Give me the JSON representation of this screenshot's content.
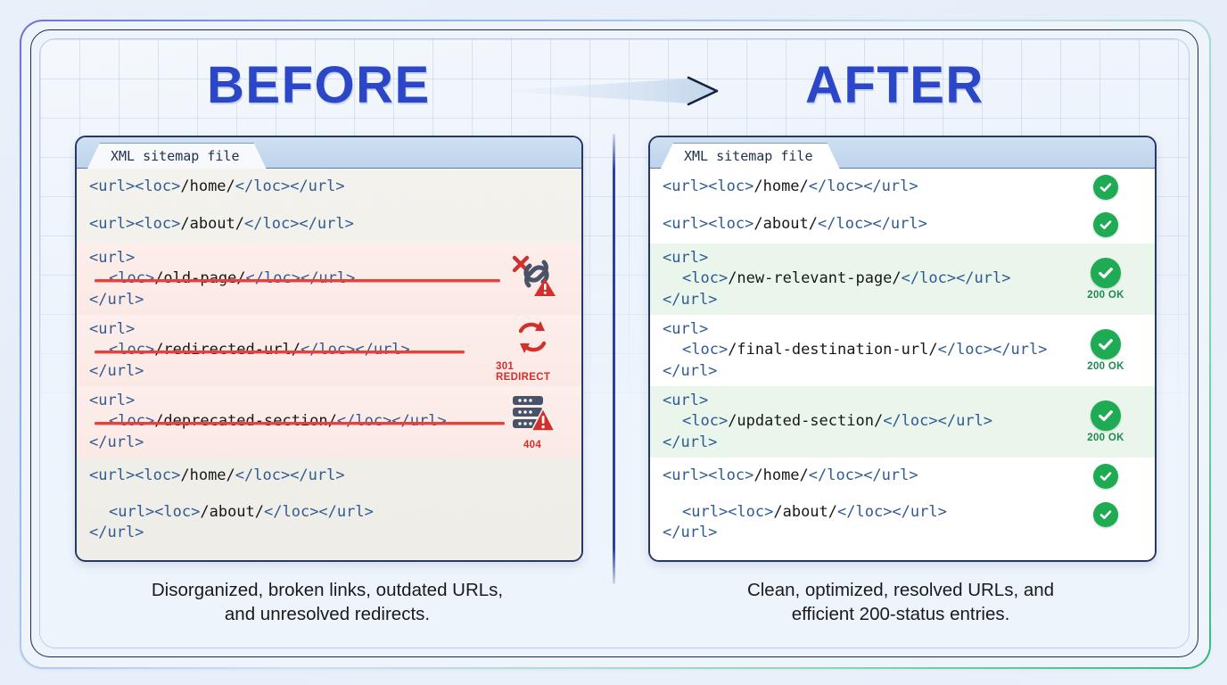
{
  "headings": {
    "before": "BEFORE",
    "after": "AFTER",
    "arrow_icon": "arrow-right-icon"
  },
  "before_panel": {
    "tab_label": "XML sitemap file",
    "rows": [
      {
        "id": "b1",
        "state": "ok",
        "lines": [
          "<url><loc>/home/</loc></url>"
        ],
        "struck": false,
        "status_icon": "",
        "status_label": ""
      },
      {
        "id": "b2",
        "state": "ok",
        "lines": [
          "<url><loc>/about/</loc></url>"
        ],
        "struck": false,
        "status_icon": "",
        "status_label": ""
      },
      {
        "id": "b3",
        "state": "bad",
        "lines": [
          "<url>",
          "<loc>/old-page/</loc></url>",
          "</url>"
        ],
        "struck": true,
        "status_icon": "broken-link-icon",
        "status_label": ""
      },
      {
        "id": "b4",
        "state": "bad",
        "lines": [
          "<url>",
          "<loc>/redirected-url/</loc></url>",
          "</url>"
        ],
        "struck": true,
        "status_icon": "redirect-loop-icon",
        "status_label": "301 REDIRECT"
      },
      {
        "id": "b5",
        "state": "bad",
        "lines": [
          "<url>",
          "<loc>/deprecated-section/</loc></url>",
          "</url>"
        ],
        "struck": true,
        "status_icon": "server-error-icon",
        "status_label": "404"
      },
      {
        "id": "b6",
        "state": "ok",
        "lines": [
          "<url><loc>/home/</loc></url>"
        ],
        "struck": false,
        "status_icon": "",
        "status_label": ""
      },
      {
        "id": "b7",
        "state": "ok",
        "lines": [
          "<url><loc>/about/</loc></url>",
          "</url>"
        ],
        "struck": false,
        "status_icon": "",
        "status_label": ""
      }
    ],
    "caption": "Disorganized, broken links, outdated URLs,\nand unresolved redirects."
  },
  "after_panel": {
    "tab_label": "XML sitemap file",
    "rows": [
      {
        "id": "a1",
        "state": "plain",
        "lines": [
          "<url><loc>/home/</loc></url>"
        ],
        "status_icon": "check-circle-icon",
        "status_label": ""
      },
      {
        "id": "a2",
        "state": "plain",
        "lines": [
          "<url><loc>/about/</loc></url>"
        ],
        "status_icon": "check-circle-icon",
        "status_label": ""
      },
      {
        "id": "a3",
        "state": "good",
        "lines": [
          "<url>",
          "<loc>/new-relevant-page/</loc></url>",
          "</url>"
        ],
        "status_icon": "check-circle-icon",
        "status_label": "200 OK"
      },
      {
        "id": "a4",
        "state": "plain",
        "lines": [
          "<url>",
          "<loc>/final-destination-url/</loc></url>",
          "</url>"
        ],
        "status_icon": "check-circle-icon",
        "status_label": "200 OK"
      },
      {
        "id": "a5",
        "state": "good",
        "lines": [
          "<url>",
          "<loc>/updated-section/</loc></url>",
          "</url>"
        ],
        "status_icon": "check-circle-icon",
        "status_label": "200 OK"
      },
      {
        "id": "a6",
        "state": "plain",
        "lines": [
          "<url><loc>/home/</loc></url>"
        ],
        "status_icon": "check-circle-icon",
        "status_label": ""
      },
      {
        "id": "a7",
        "state": "plain",
        "lines": [
          "<url><loc>/about/</loc></url>",
          "</url>"
        ],
        "status_icon": "check-circle-icon",
        "status_label": ""
      }
    ],
    "caption": "Clean, optimized, resolved URLs, and\nefficient 200-status entries."
  },
  "colors": {
    "heading_blue": "#2c46c8",
    "divider_blue": "#2f3ea0",
    "error_red": "#e8413c",
    "status_red": "#d2302c",
    "success_green": "#1faa54",
    "status_green": "#1f8a4c",
    "bad_row_bg": "#fdeeeb",
    "good_row_bg": "#eaf5ec",
    "tag_blue": "#2f5b91",
    "panel_border": "#243a63"
  }
}
